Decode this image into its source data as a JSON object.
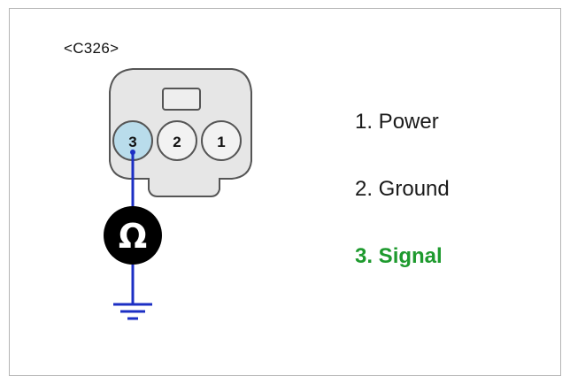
{
  "connector": {
    "label": "<C326>",
    "pins": [
      {
        "number": "3",
        "highlighted": true
      },
      {
        "number": "2",
        "highlighted": false
      },
      {
        "number": "1",
        "highlighted": false
      }
    ]
  },
  "meter": {
    "symbol": "Ω",
    "icon": "ohmmeter-icon"
  },
  "ground": {
    "icon": "ground-icon"
  },
  "legend": [
    {
      "text": "1. Power",
      "color": "#1a1a1a"
    },
    {
      "text": "2. Ground",
      "color": "#1a1a1a"
    },
    {
      "text": "3. Signal",
      "color": "#1e9a2e"
    }
  ],
  "colors": {
    "wire": "#1c2fc4",
    "highlight_pin": "#b9dceb",
    "connector_fill": "#e6e6e6",
    "connector_stroke": "#555555",
    "meter_fill": "#000000"
  }
}
